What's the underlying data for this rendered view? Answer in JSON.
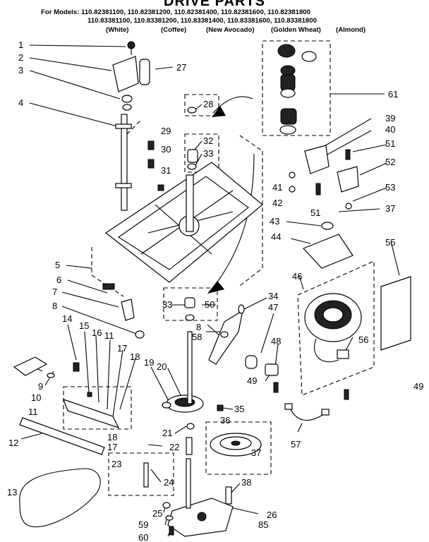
{
  "header": {
    "title": "DRIVE PARTS",
    "models_line1": "For Models: 110.82381100, 110.82381200, 110.82381400, 110.82381600, 110.82381800",
    "models_line2": "110.83381100, 110.83381200, 110.83381400, 110.83381600, 110.83381800",
    "colors": [
      "(White)",
      "(Coffee)",
      "(New Avocado)",
      "(Golden Wheat)",
      "(Almond)"
    ]
  },
  "callouts": [
    "1",
    "2",
    "3",
    "4",
    "5",
    "6",
    "7",
    "8",
    "8",
    "9",
    "10",
    "11",
    "11",
    "12",
    "13",
    "14",
    "15",
    "16",
    "17",
    "17",
    "18",
    "18",
    "19",
    "20",
    "21",
    "22",
    "23",
    "24",
    "25",
    "26",
    "27",
    "28",
    "29",
    "30",
    "31",
    "32",
    "33",
    "33",
    "34",
    "35",
    "36",
    "37",
    "37",
    "38",
    "39",
    "40",
    "41",
    "42",
    "43",
    "44",
    "46",
    "47",
    "48",
    "49",
    "49",
    "50",
    "51",
    "51",
    "52",
    "53",
    "55",
    "56",
    "57",
    "58",
    "59",
    "60",
    "61"
  ],
  "page_number": "85"
}
